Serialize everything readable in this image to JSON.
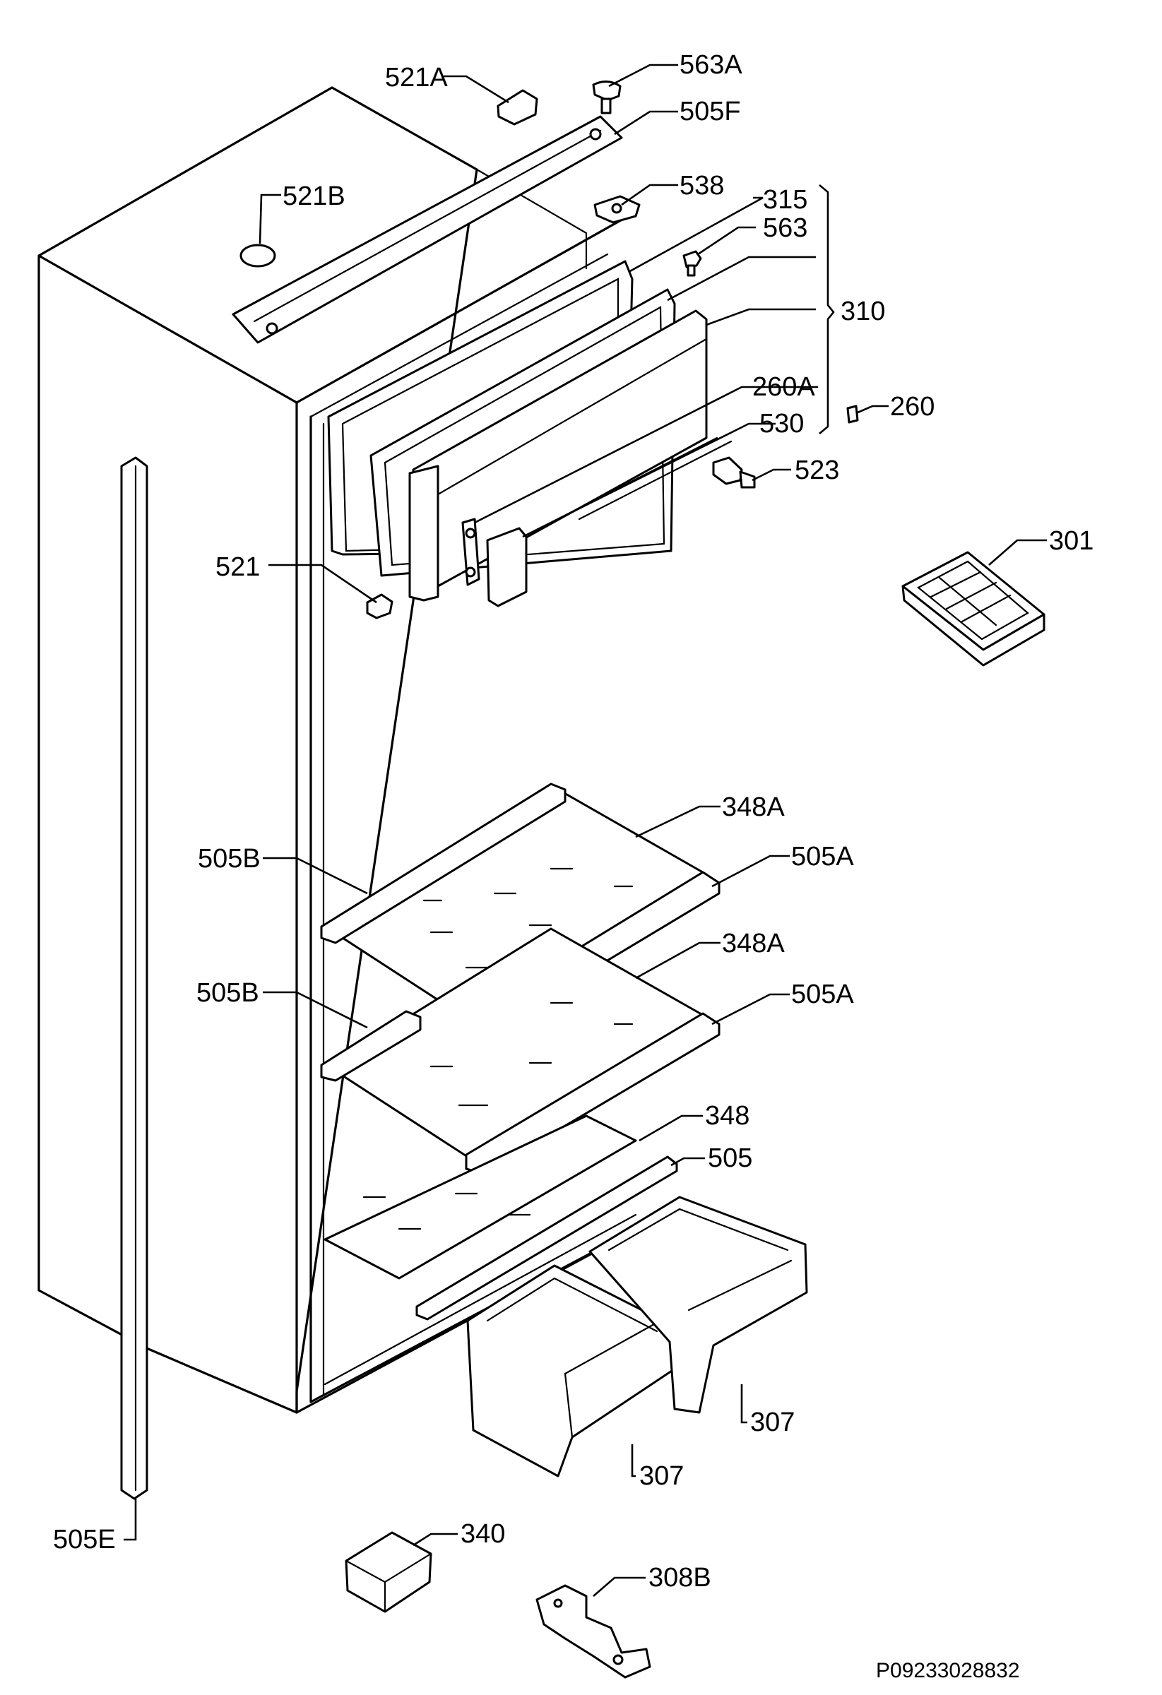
{
  "labels": {
    "l521A": "521A",
    "l563A": "563A",
    "l505F": "505F",
    "l521B": "521B",
    "l538": "538",
    "l315": "315",
    "l563": "563",
    "l310": "310",
    "l260A": "260A",
    "l260": "260",
    "l530": "530",
    "l523": "523",
    "l521": "521",
    "l301": "301",
    "l348A_1": "348A",
    "l505B_1": "505B",
    "l505A_1": "505A",
    "l348A_2": "348A",
    "l505B_2": "505B",
    "l505A_2": "505A",
    "l348": "348",
    "l505": "505",
    "l307_1": "307",
    "l307_2": "307",
    "l505E": "505E",
    "l340": "340",
    "l308B": "308B"
  },
  "document_id": "P09233028832"
}
